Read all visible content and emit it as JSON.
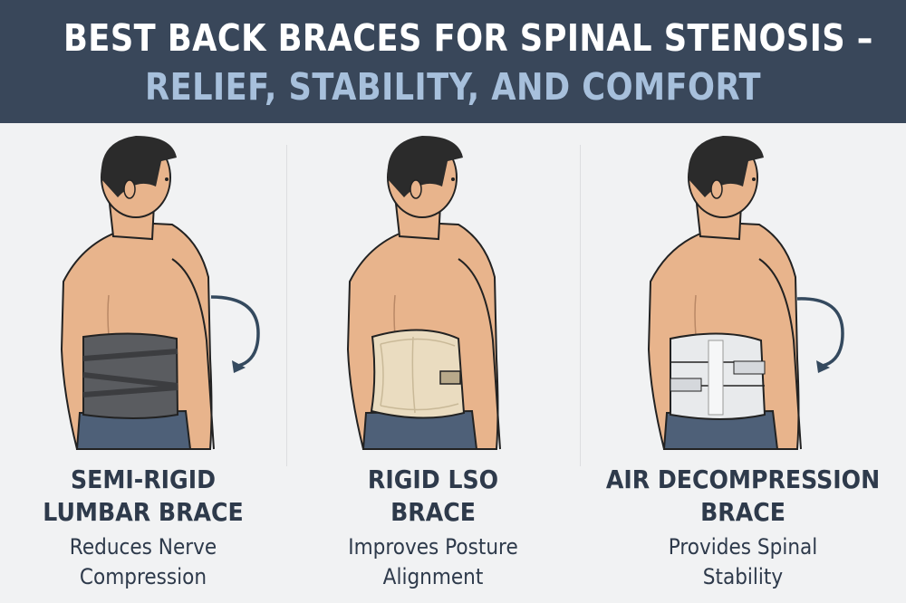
{
  "header": {
    "title_line1": "BEST BACK BRACES FOR SPINAL STENOSIS –",
    "title_line2": "RELIEF, STABILITY, AND COMFORT"
  },
  "colors": {
    "header_bg": "#39475a",
    "title_primary": "#ffffff",
    "title_accent": "#a7c0dc",
    "text_dark": "#2e3a4b",
    "skin": "#e8b48c",
    "hair": "#2b2b2b",
    "pants": "#4e6078",
    "arrow": "#34495e"
  },
  "braces": [
    {
      "name_line1": "SEMI-RIGID",
      "name_line2": "LUMBAR BRACE",
      "desc_line1": "Reduces Nerve",
      "desc_line2": "Compression",
      "brace_color": "#5a5c60",
      "icon": "curved-arrow-icon"
    },
    {
      "name_line1": "RIGID LSO",
      "name_line2": "BRACE",
      "desc_line1": "Improves Posture",
      "desc_line2": "Alignment",
      "brace_color": "#eadcc0",
      "icon": null
    },
    {
      "name_line1": "AIR DECOMPRESSION",
      "name_line2": "BRACE",
      "desc_line1": "Provides Spinal",
      "desc_line2": "Stability",
      "brace_color": "#e8eaec",
      "icon": "curved-arrow-icon"
    }
  ]
}
